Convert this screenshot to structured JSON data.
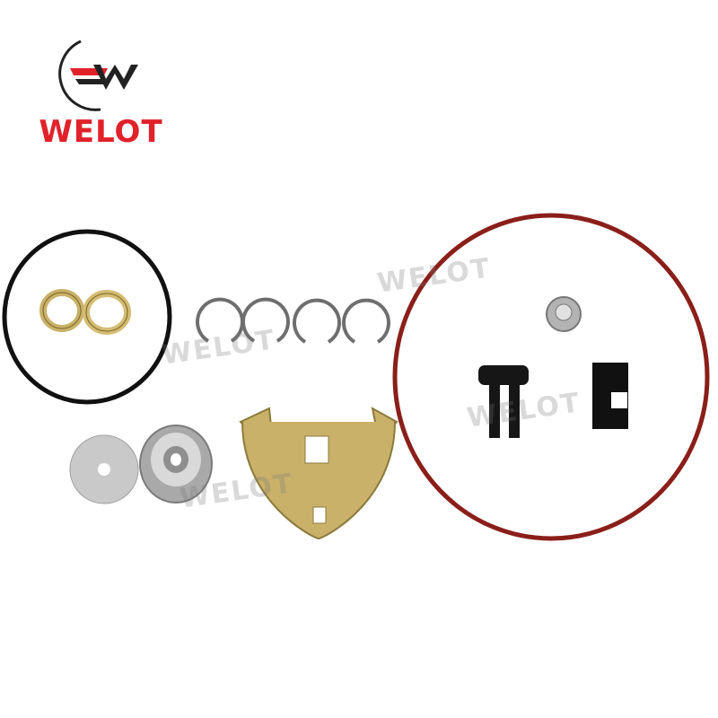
{
  "logo": {
    "brand_text": "WELOT",
    "brand_color": "#e0222b"
  },
  "watermarks": [
    "WELOT",
    "WELOT",
    "WELOT",
    "WELOT"
  ],
  "colors": {
    "background": "#ffffff",
    "black_ring": "#111111",
    "red_oring": "#8a1f1a",
    "brass": "#c9b16a",
    "steel": "#b9b9b9"
  }
}
